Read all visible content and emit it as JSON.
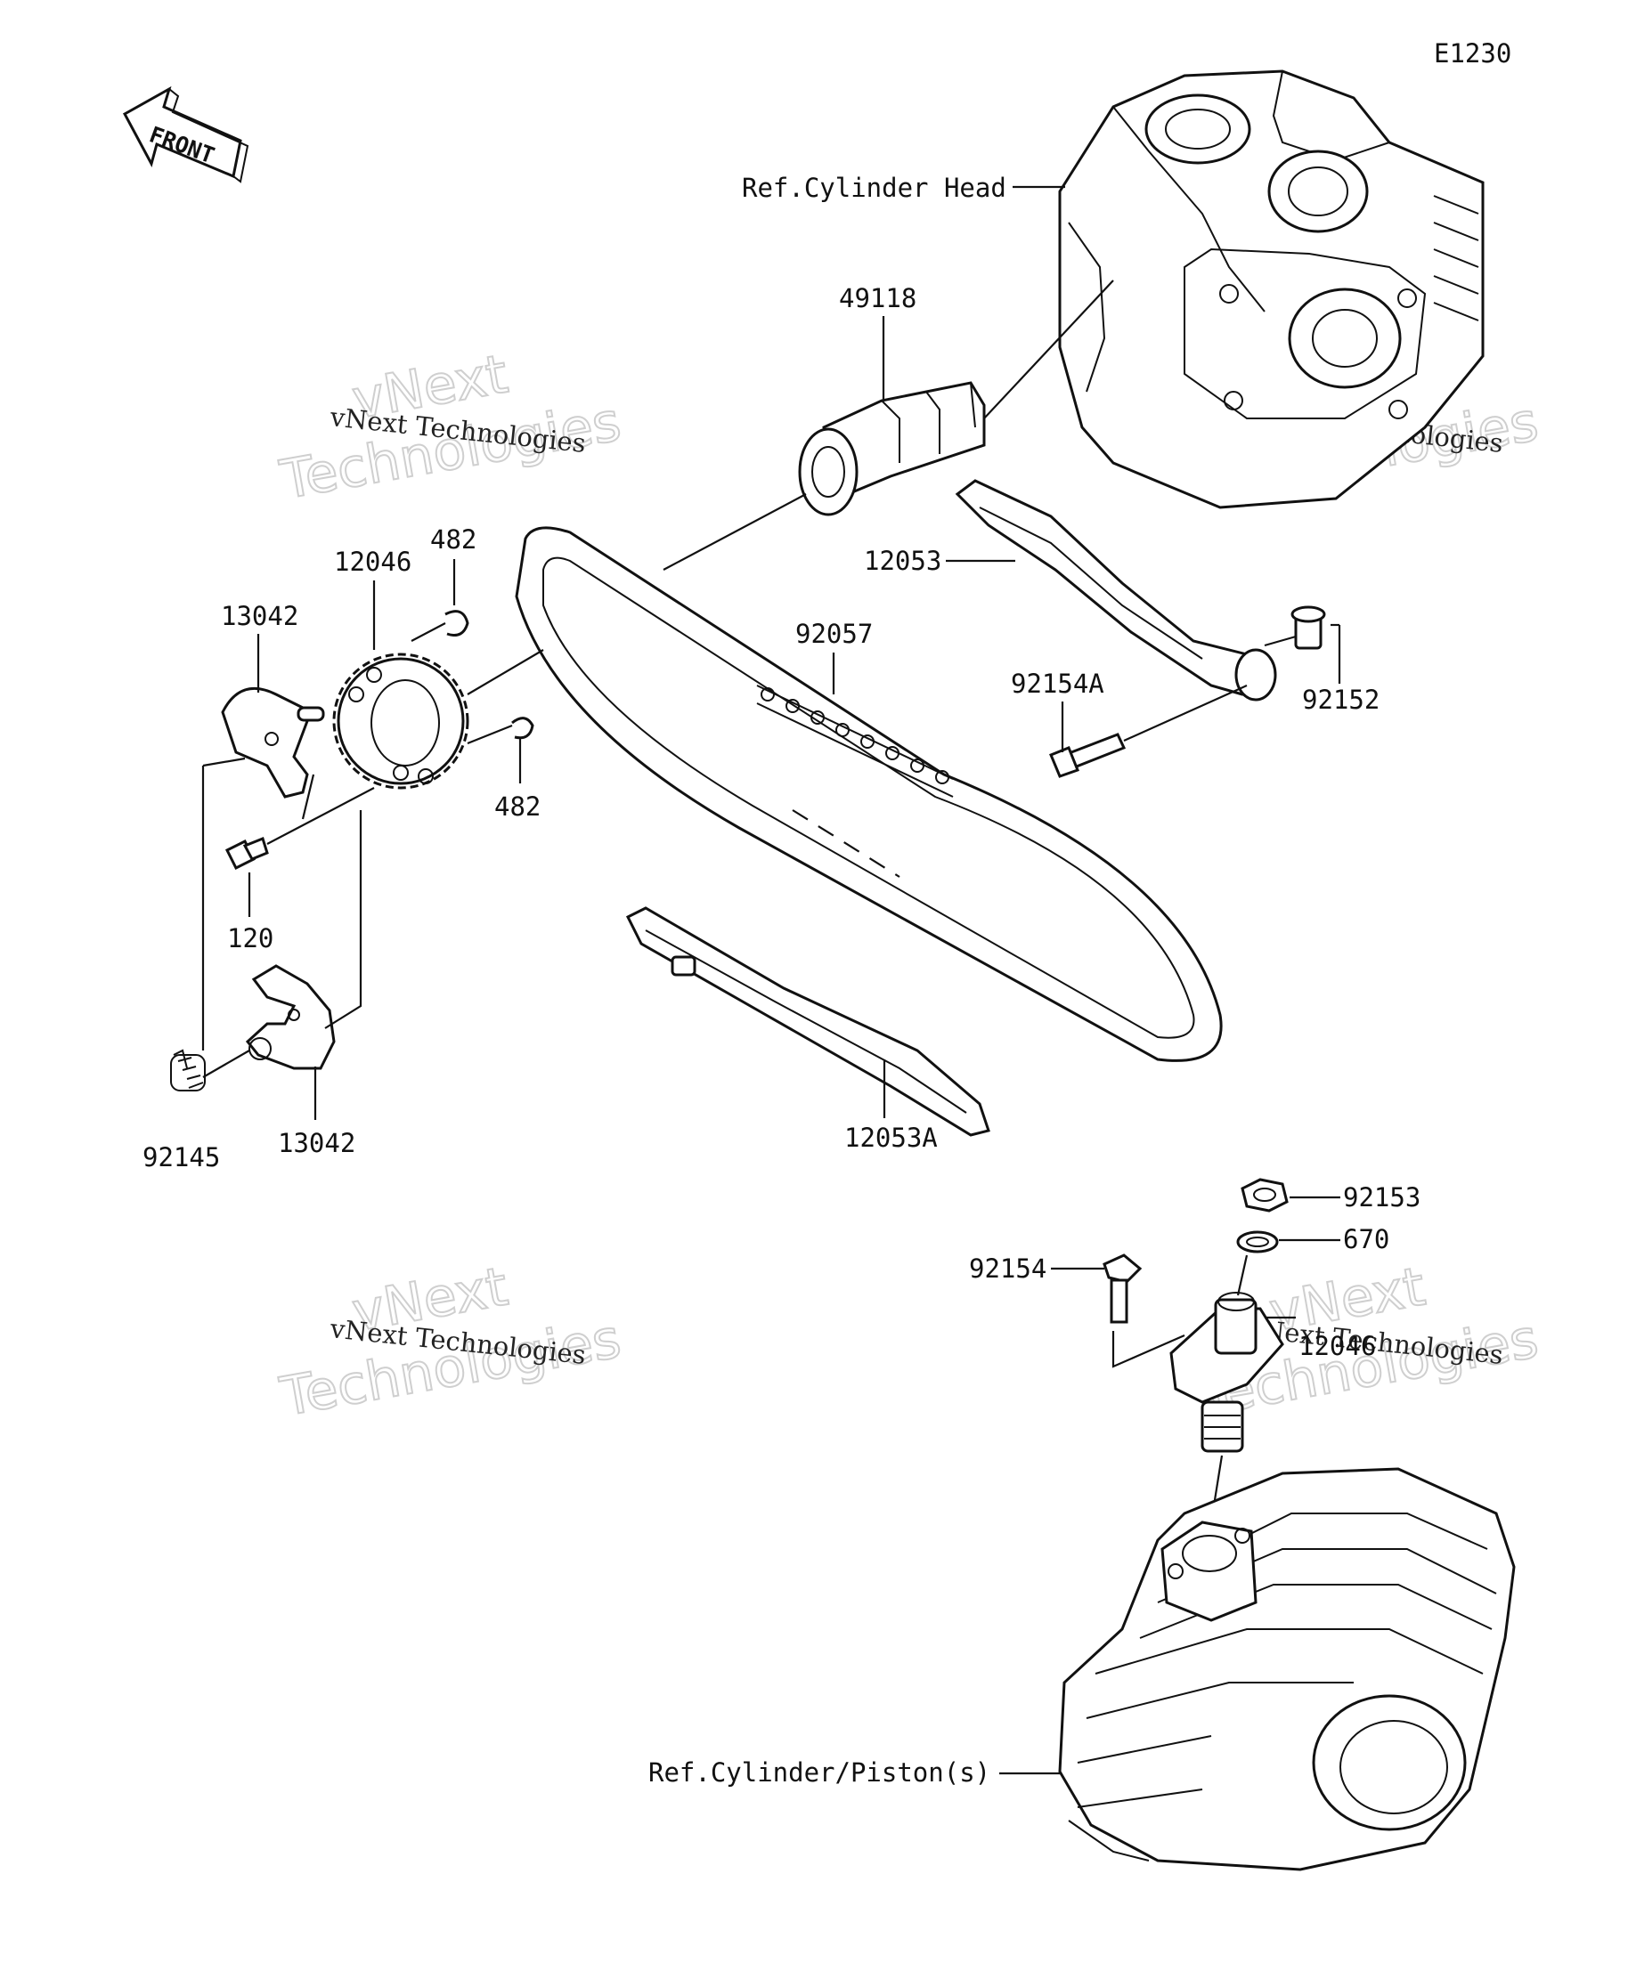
{
  "diagram_code": "E1230",
  "front_label": "FRONT",
  "references": {
    "cylinder_head": "Ref.Cylinder Head",
    "cylinder_piston": "Ref.Cylinder/Piston(s)"
  },
  "parts": {
    "camshaft": "49118",
    "chain_guide": "12053",
    "chain_guide_lower": "12053A",
    "cam_chain": "92057",
    "bolt_guide": "92154A",
    "collar": "92152",
    "sprocket": "12046",
    "circlip_top": "482",
    "circlip_bottom": "482",
    "weight_top": "13042",
    "weight_bottom": "13042",
    "bolt_sprocket": "120",
    "spring": "92145",
    "nut": "92153",
    "washer": "670",
    "bolt_tensioner": "92154",
    "tensioner": "12046"
  },
  "watermarks": [
    {
      "brand": "vNext",
      "sub": "Technologies",
      "caption": "vNext Technologies"
    },
    {
      "brand": "vNext",
      "sub": "Technologies",
      "caption": "vNext Technologies"
    },
    {
      "brand": "vNext",
      "sub": "Technologies",
      "caption": "vNext Technologies"
    },
    {
      "brand": "vNext",
      "sub": "Technologies",
      "caption": "vNext Technologies"
    }
  ]
}
